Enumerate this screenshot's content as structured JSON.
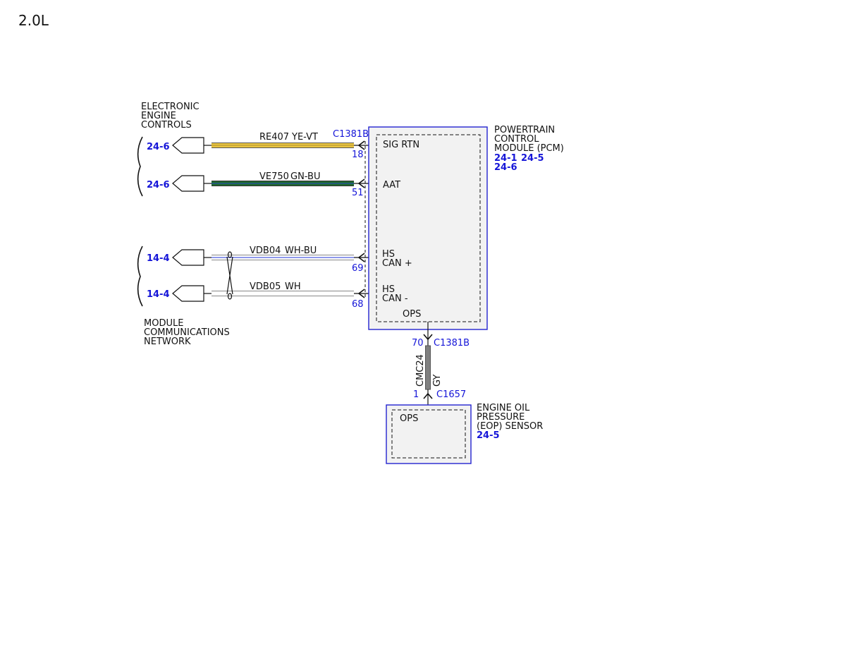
{
  "page_title": "2.0L",
  "colors": {
    "module_border": "#2323d0",
    "module_fill": "#f2f2f2",
    "ref_blue": "#1515d8",
    "ye_vt": "#e8c440",
    "gn_bu": "#1e6a2e",
    "gy": "#808080"
  },
  "eec": {
    "label_lines": [
      "ELECTRONIC",
      "ENGINE",
      "CONTROLS"
    ],
    "ref_1": "24-6",
    "ref_2": "24-6"
  },
  "mcn": {
    "label_lines": [
      "MODULE",
      "COMMUNICATIONS",
      "NETWORK"
    ],
    "ref_1": "14-4",
    "ref_2": "14-4"
  },
  "pcm": {
    "label_lines": [
      "POWERTRAIN",
      "CONTROL",
      "MODULE (PCM)"
    ],
    "ref_a": "24-1",
    "ref_b": "24-5",
    "ref_c": "24-6",
    "connector": "C1381B",
    "connector_bottom": "C1381B",
    "pins": [
      {
        "num": "18",
        "label_lines": [
          "SIG RTN"
        ]
      },
      {
        "num": "51",
        "label_lines": [
          "AAT"
        ]
      },
      {
        "num": "69",
        "label_lines": [
          "HS",
          "CAN +"
        ]
      },
      {
        "num": "68",
        "label_lines": [
          "HS",
          "CAN -"
        ]
      }
    ],
    "ops_label": "OPS",
    "ops_pin": "70"
  },
  "wires": [
    {
      "circuit": "RE407",
      "color_code": "YE-VT"
    },
    {
      "circuit": "VE750",
      "color_code": "GN-BU"
    },
    {
      "circuit": "VDB04",
      "color_code": "WH-BU"
    },
    {
      "circuit": "VDB05",
      "color_code": "WH"
    }
  ],
  "vwire": {
    "circuit": "CMC24",
    "color_code": "GY"
  },
  "eop": {
    "label_lines": [
      "ENGINE OIL",
      "PRESSURE",
      "(EOP) SENSOR"
    ],
    "ref": "24-5",
    "connector": "C1657",
    "pin": "1",
    "inner_label": "OPS"
  }
}
